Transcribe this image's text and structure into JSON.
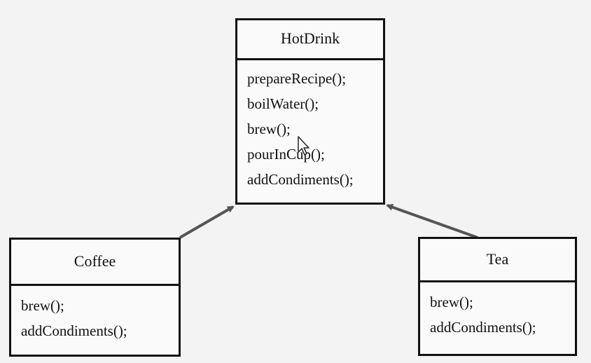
{
  "diagram": {
    "classes": [
      {
        "id": "hotdrink",
        "name": "HotDrink",
        "methods": [
          "prepareRecipe();",
          "boilWater();",
          "brew();",
          "pourInCup();",
          "addCondiments();"
        ]
      },
      {
        "id": "coffee",
        "name": "Coffee",
        "methods": [
          "brew();",
          "addCondiments();"
        ]
      },
      {
        "id": "tea",
        "name": "Tea",
        "methods": [
          "brew();",
          "addCondiments();"
        ]
      }
    ],
    "relations": [
      {
        "from": "Coffee",
        "to": "HotDrink",
        "type": "inheritance"
      },
      {
        "from": "Tea",
        "to": "HotDrink",
        "type": "inheritance"
      }
    ],
    "colors": {
      "background": "#f3f3f3",
      "box_border": "#111111",
      "arrow": "#555555"
    },
    "icons": [
      "mouse-cursor-icon"
    ]
  }
}
